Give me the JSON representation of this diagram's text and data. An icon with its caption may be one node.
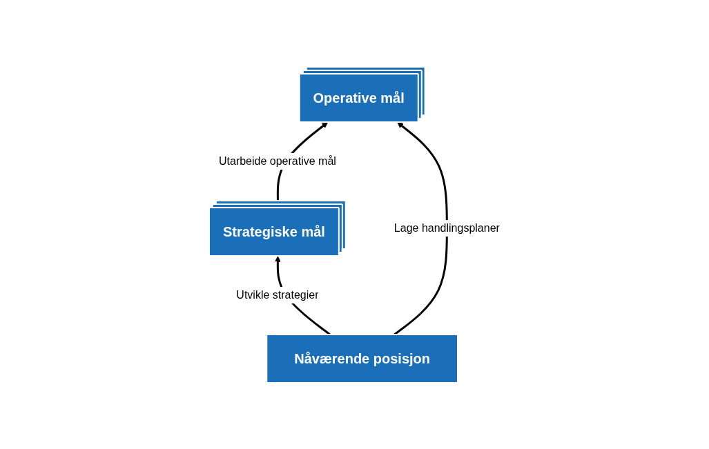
{
  "diagram": {
    "nodes": [
      {
        "text": [
          "Strategiske mål"
        ]
      },
      {
        "text": [
          "Operative mål"
        ]
      },
      {
        "text": [
          "Nåværende posisjon"
        ]
      }
    ],
    "edges": [
      {
        "from": 2,
        "to": 0,
        "arrow": "to",
        "label": "Utvikle strategier"
      },
      {
        "from": 0,
        "to": 1,
        "arrow": "to",
        "label": "Utarbeide operative mål"
      },
      {
        "from": 2,
        "to": 1,
        "arrow": "to",
        "label": "Lage handlingsplaner"
      }
    ]
  }
}
